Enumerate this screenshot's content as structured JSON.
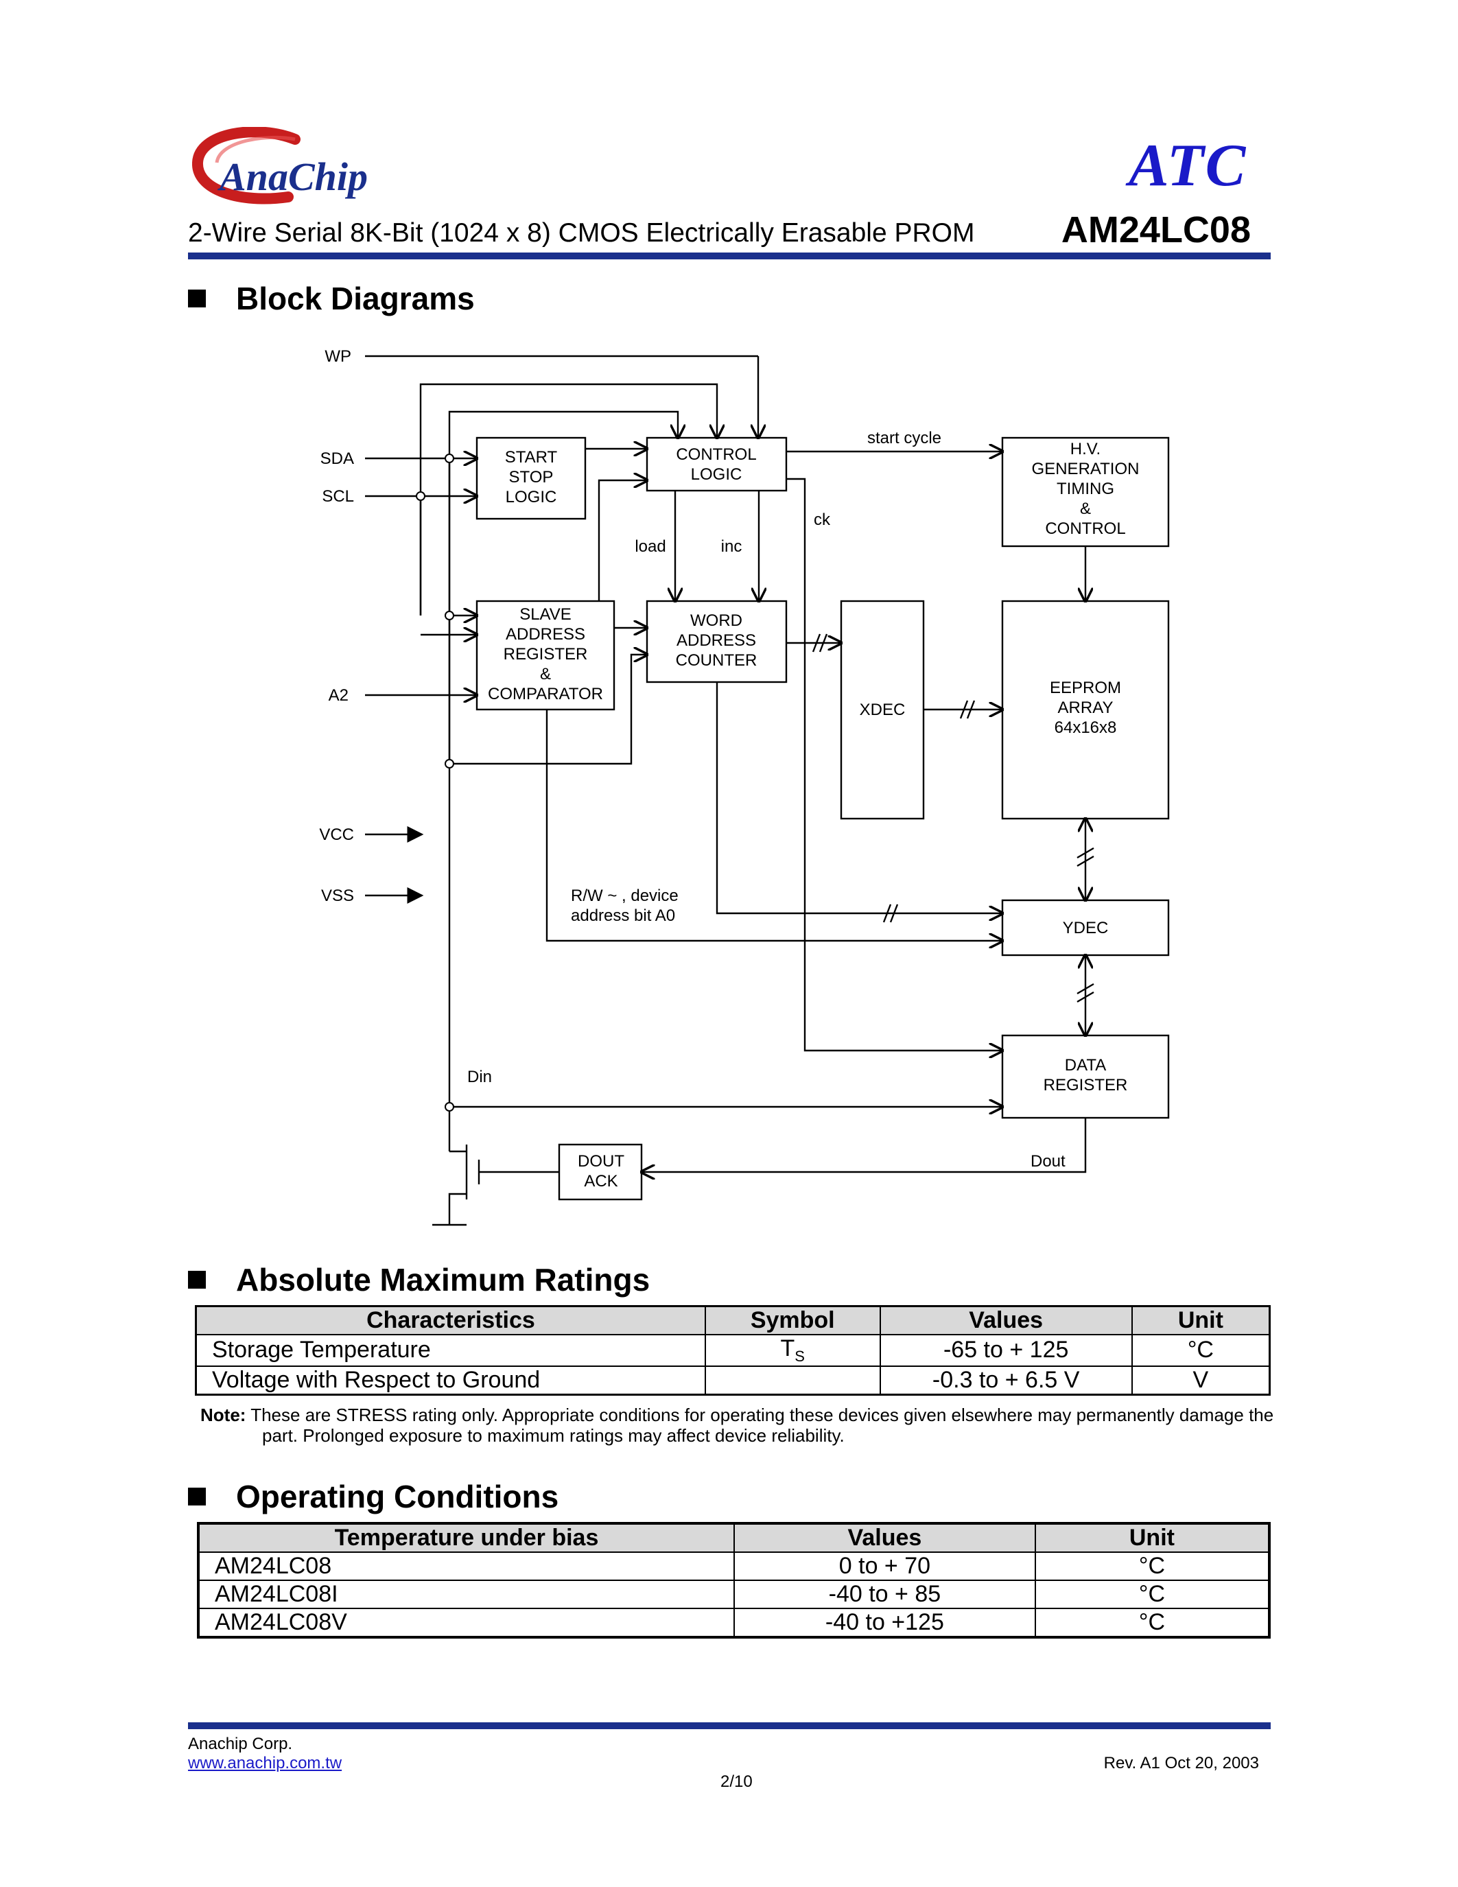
{
  "header": {
    "logo_text": "AnaChip",
    "brand": "ATC",
    "doc_title": "2-Wire Serial 8K-Bit (1024 x 8) CMOS Electrically Erasable PROM",
    "part_number": "AM24LC08"
  },
  "sections": {
    "block_diagrams": "Block Diagrams",
    "absolute_maximum_ratings": "Absolute Maximum Ratings",
    "operating_conditions": "Operating Conditions"
  },
  "diagram": {
    "pins": {
      "wp": "WP",
      "sda": "SDA",
      "scl": "SCL",
      "a2": "A2",
      "vcc": "VCC",
      "vss": "VSS"
    },
    "blocks": {
      "start_stop": [
        "START",
        "STOP",
        "LOGIC"
      ],
      "control_logic": [
        "CONTROL",
        "LOGIC"
      ],
      "hv_gen": [
        "H.V.",
        "GENERATION",
        "TIMING",
        "&",
        "CONTROL"
      ],
      "slave_addr": [
        "SLAVE",
        "ADDRESS",
        "REGISTER",
        "&",
        "COMPARATOR"
      ],
      "word_addr": [
        "WORD",
        "ADDRESS",
        "COUNTER"
      ],
      "xdec": "XDEC",
      "eeprom": [
        "EEPROM",
        "ARRAY",
        "64x16x8"
      ],
      "ydec": "YDEC",
      "data_reg": [
        "DATA",
        "REGISTER"
      ],
      "dout_ack": [
        "DOUT",
        "ACK"
      ]
    },
    "signals": {
      "start_cycle": "start  cycle",
      "ck": "ck",
      "load": "load",
      "inc": "inc",
      "rw": "R/W ~ , device",
      "rw2": "address bit  A0",
      "din": "Din",
      "dout": "Dout"
    }
  },
  "amr_table": {
    "headers": [
      "Characteristics",
      "Symbol",
      "Values",
      "Unit"
    ],
    "rows": [
      {
        "characteristic": "Storage Temperature",
        "symbol_main": "T",
        "symbol_sub": "S",
        "values": "-65 to + 125",
        "unit": "°C"
      },
      {
        "characteristic": "Voltage with Respect to Ground",
        "symbol_main": "",
        "symbol_sub": "",
        "values": "-0.3  to +  6.5 V",
        "unit": "V"
      }
    ],
    "note_label": "Note:",
    "note_line1": "These are STRESS rating only. Appropriate conditions for operating these devices given elsewhere may permanently damage the",
    "note_line2": "part. Prolonged exposure to maximum ratings may affect device reliability."
  },
  "oc_table": {
    "headers": [
      "Temperature under bias",
      "Values",
      "Unit"
    ],
    "rows": [
      {
        "part": "AM24LC08",
        "values": "0 to + 70",
        "unit": "°C"
      },
      {
        "part": "AM24LC08I",
        "values": "-40 to + 85",
        "unit": "°C"
      },
      {
        "part": "AM24LC08V",
        "values": "-40 to +125",
        "unit": "°C"
      }
    ]
  },
  "footer": {
    "company": "Anachip Corp.",
    "url": "www.anachip.com.tw",
    "revision": "Rev. A1    Oct 20, 2003",
    "page": "2/10"
  },
  "colors": {
    "accent_blue": "#1a2f8c",
    "brand_blue": "#1a1ac8",
    "logo_red": "#c81e1e",
    "table_header": "#d9d9d9"
  }
}
